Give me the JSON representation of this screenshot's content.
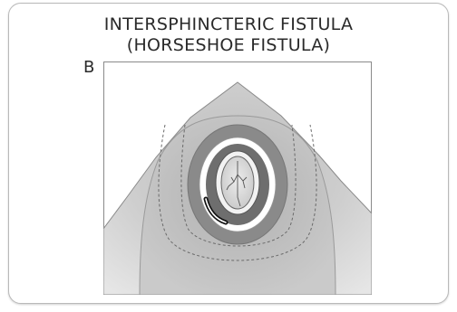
{
  "figure": {
    "title_line1": "INTERSPHINCTERIC FISTULA",
    "title_line2": "(HORSESHOE FISTULA)",
    "panel_label": "B"
  },
  "colors": {
    "frame_border": "#b9b9b9",
    "outer_tissue": "#cfcfcf",
    "mid_tissue": "#bdbdbd",
    "sphincter_ring": "#7a7a7a",
    "white_ring": "#ffffff",
    "lumen": "#d9d9d9",
    "fistula_track": "#1a1a1a"
  }
}
